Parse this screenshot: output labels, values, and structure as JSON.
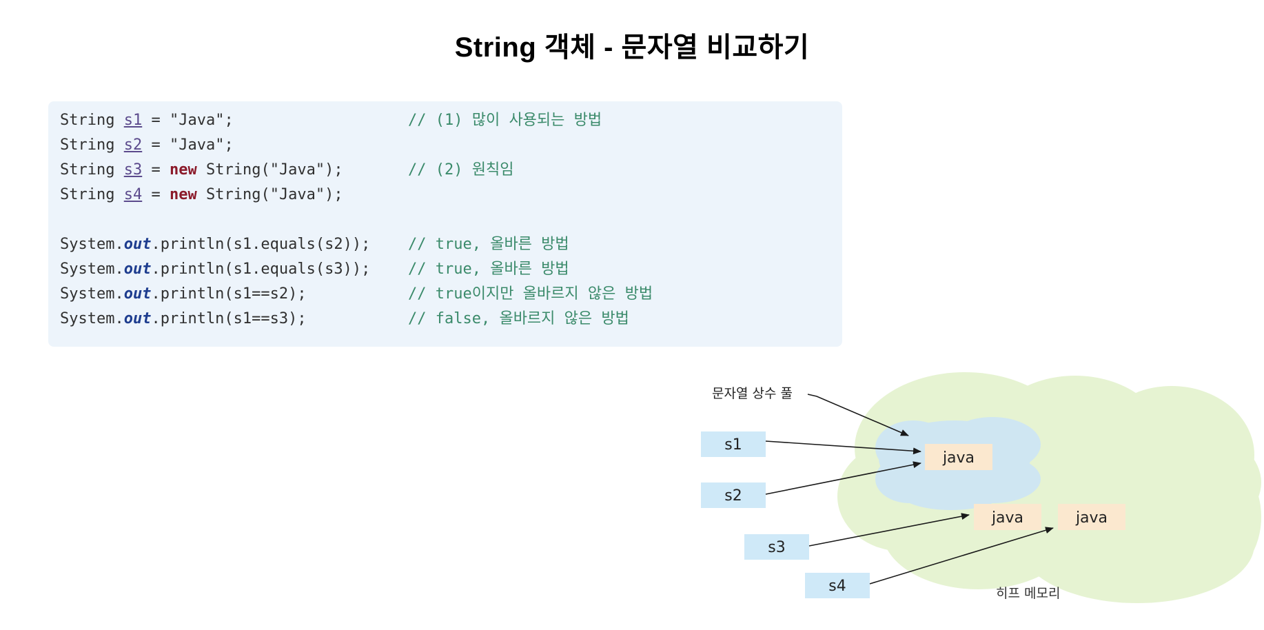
{
  "title": "String 객체 - 문자열 비교하기",
  "code": {
    "lines": [
      {
        "type": "String",
        "var": "s1",
        "rest": " = \"Java\";",
        "comment": "// (1) 많이 사용되는 방법"
      },
      {
        "type": "String",
        "var": "s2",
        "rest": " = \"Java\";",
        "comment": ""
      },
      {
        "type": "String",
        "var": "s3",
        "eq": " = ",
        "kw": "new",
        "rest": " String(\"Java\");",
        "comment": "// (2) 원칙임"
      },
      {
        "type": "String",
        "var": "s4",
        "eq": " = ",
        "kw": "new",
        "rest": " String(\"Java\");",
        "comment": ""
      },
      {
        "prefix": "System.",
        "out": "out",
        "rest": ".println(s1.equals(s2));",
        "comment": "// true, 올바른 방법"
      },
      {
        "prefix": "System.",
        "out": "out",
        "rest": ".println(s1.equals(s3));",
        "comment": "// true, 올바른 방법"
      },
      {
        "prefix": "System.",
        "out": "out",
        "rest": ".println(s1==s2);",
        "comment": "// true이지만 올바르지 않은 방법"
      },
      {
        "prefix": "System.",
        "out": "out",
        "rest": ".println(s1==s3);",
        "comment": "// false, 올바르지 않은 방법"
      }
    ]
  },
  "diagram": {
    "pool_label": "문자열 상수 풀",
    "heap_label": "히프 메모리",
    "refs": [
      "s1",
      "s2",
      "s3",
      "s4"
    ],
    "objects": [
      "java",
      "java",
      "java"
    ],
    "colors": {
      "heap": "#e6f3d2",
      "pool": "#cfe6f2",
      "ref_box": "#cfe9f8",
      "object_box": "#fbe8cf"
    }
  }
}
